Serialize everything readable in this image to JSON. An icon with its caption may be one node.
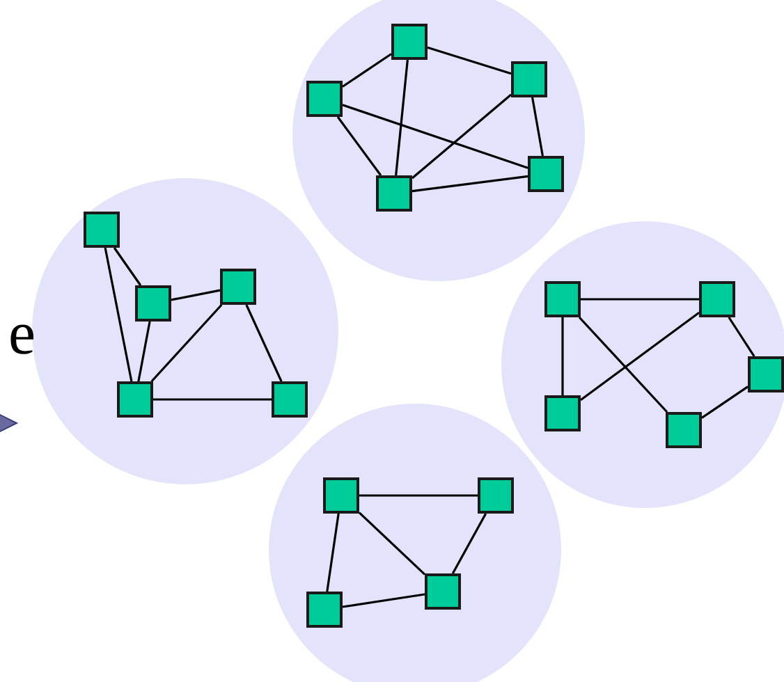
{
  "diagram": {
    "nodes": [
      {
        "text": [],
        "shape": "circle"
      },
      {
        "text": [],
        "shape": "box",
        "in": 0
      },
      {
        "text": [],
        "shape": "box",
        "in": 0
      },
      {
        "text": [],
        "shape": "box",
        "in": 0
      },
      {
        "text": [],
        "shape": "box",
        "in": 0
      },
      {
        "text": [],
        "shape": "box",
        "in": 0
      },
      {
        "text": [],
        "shape": "circle"
      },
      {
        "text": [],
        "shape": "box",
        "in": 6
      },
      {
        "text": [],
        "shape": "box",
        "in": 6
      },
      {
        "text": [],
        "shape": "box",
        "in": 6
      },
      {
        "text": [],
        "shape": "box",
        "in": 6
      },
      {
        "text": [],
        "shape": "box",
        "in": 6
      },
      {
        "text": [],
        "shape": "circle"
      },
      {
        "text": [],
        "shape": "box",
        "in": 12
      },
      {
        "text": [],
        "shape": "box",
        "in": 12
      },
      {
        "text": [],
        "shape": "box",
        "in": 12
      },
      {
        "text": [],
        "shape": "box",
        "in": 12
      },
      {
        "text": [],
        "shape": "box",
        "in": 12
      },
      {
        "text": [],
        "shape": "circle"
      },
      {
        "text": [],
        "shape": "box",
        "in": 18
      },
      {
        "text": [],
        "shape": "box",
        "in": 18
      },
      {
        "text": [],
        "shape": "box",
        "in": 18
      },
      {
        "text": [],
        "shape": "box",
        "in": 18
      }
    ],
    "edges": [
      {
        "from": 1,
        "to": 2,
        "arrow": "none"
      },
      {
        "from": 1,
        "to": 3,
        "arrow": "none"
      },
      {
        "from": 1,
        "to": 4,
        "arrow": "none"
      },
      {
        "from": 2,
        "to": 4,
        "arrow": "none"
      },
      {
        "from": 2,
        "to": 5,
        "arrow": "none"
      },
      {
        "from": 3,
        "to": 4,
        "arrow": "none"
      },
      {
        "from": 3,
        "to": 5,
        "arrow": "none"
      },
      {
        "from": 4,
        "to": 5,
        "arrow": "none"
      },
      {
        "from": 7,
        "to": 8,
        "arrow": "none"
      },
      {
        "from": 7,
        "to": 10,
        "arrow": "none"
      },
      {
        "from": 8,
        "to": 9,
        "arrow": "none"
      },
      {
        "from": 8,
        "to": 10,
        "arrow": "none"
      },
      {
        "from": 9,
        "to": 10,
        "arrow": "none"
      },
      {
        "from": 9,
        "to": 11,
        "arrow": "none"
      },
      {
        "from": 10,
        "to": 11,
        "arrow": "none"
      },
      {
        "from": 13,
        "to": 14,
        "arrow": "none"
      },
      {
        "from": 13,
        "to": 16,
        "arrow": "none"
      },
      {
        "from": 13,
        "to": 17,
        "arrow": "none"
      },
      {
        "from": 14,
        "to": 16,
        "arrow": "none"
      },
      {
        "from": 14,
        "to": 15,
        "arrow": "none"
      },
      {
        "from": 15,
        "to": 17,
        "arrow": "none"
      },
      {
        "from": 19,
        "to": 20,
        "arrow": "none"
      },
      {
        "from": 19,
        "to": 21,
        "arrow": "none"
      },
      {
        "from": 19,
        "to": 22,
        "arrow": "none"
      },
      {
        "from": 20,
        "to": 22,
        "arrow": "none"
      },
      {
        "from": 21,
        "to": 22,
        "arrow": "none"
      }
    ],
    "labels": [
      "e"
    ]
  }
}
